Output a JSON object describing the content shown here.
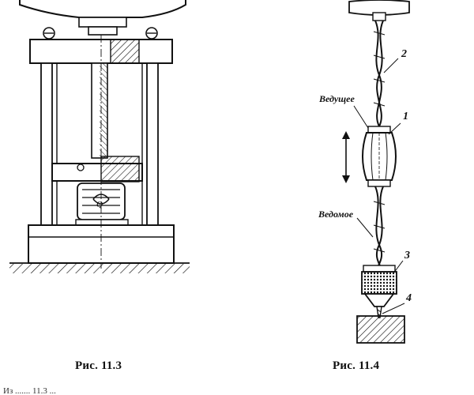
{
  "figures": [
    {
      "id": "fig-11-3",
      "caption": "Рис. 11.3",
      "labels": {
        "center_mark": "Q"
      }
    },
    {
      "id": "fig-11-4",
      "caption": "Рис. 11.4",
      "labels": {
        "driving": "Ведущее",
        "driven": "Ведомое",
        "callouts": [
          "1",
          "2",
          "3",
          "4"
        ]
      }
    }
  ],
  "footer_fragment": "Из ....... 11.3 ..."
}
